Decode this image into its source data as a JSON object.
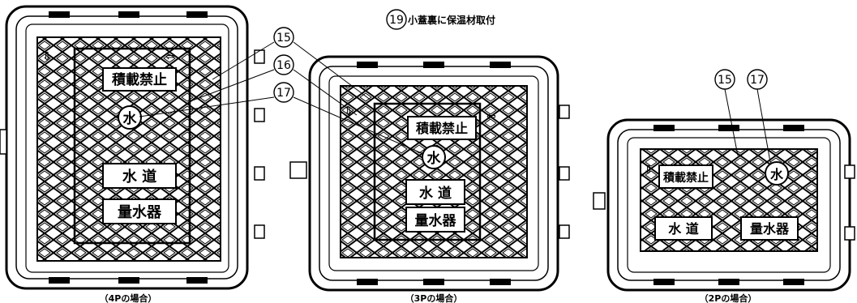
{
  "note": {
    "number": "19",
    "text": "小蓋裏に保温材取付"
  },
  "callouts": [
    "15",
    "16",
    "17"
  ],
  "plates": {
    "no_load": "積載禁止",
    "water_symbol": "水",
    "water_supply": "水 道",
    "meter": "量水器"
  },
  "captions": {
    "four_p": "（4Pの場合）",
    "three_p": "（3Pの場合）",
    "two_p": "（2Pの場合）"
  }
}
